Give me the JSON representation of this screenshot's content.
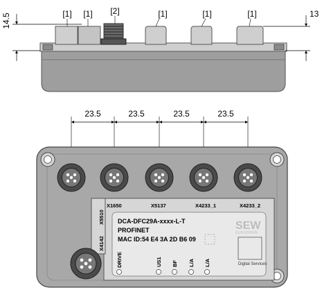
{
  "side_view": {
    "dim_height_left": "14.5",
    "dim_height_right": "13",
    "callouts": [
      "[1]",
      "[1]",
      "[2]",
      "[1]",
      "[1]",
      "[1]"
    ]
  },
  "spacing_dims": [
    "23.5",
    "23.5",
    "23.5",
    "23.5"
  ],
  "connectors": [
    "X1650",
    "X5137",
    "X4233_1",
    "X4233_2"
  ],
  "side_labels": [
    "X5510",
    "X4142"
  ],
  "drive_label": "DRIVE",
  "nameplate": {
    "line1": "DCA-DFC29A-xxxx-L-T",
    "line2": "PROFINET",
    "line3": "MAC ID:54 E4 3A 2D B6 09"
  },
  "leds": [
    "US1",
    "BF",
    "L/A",
    "L/A"
  ],
  "brand": {
    "logo": "SEW",
    "logo_sub": "EURODRIVE",
    "caption": "Digital Services"
  }
}
